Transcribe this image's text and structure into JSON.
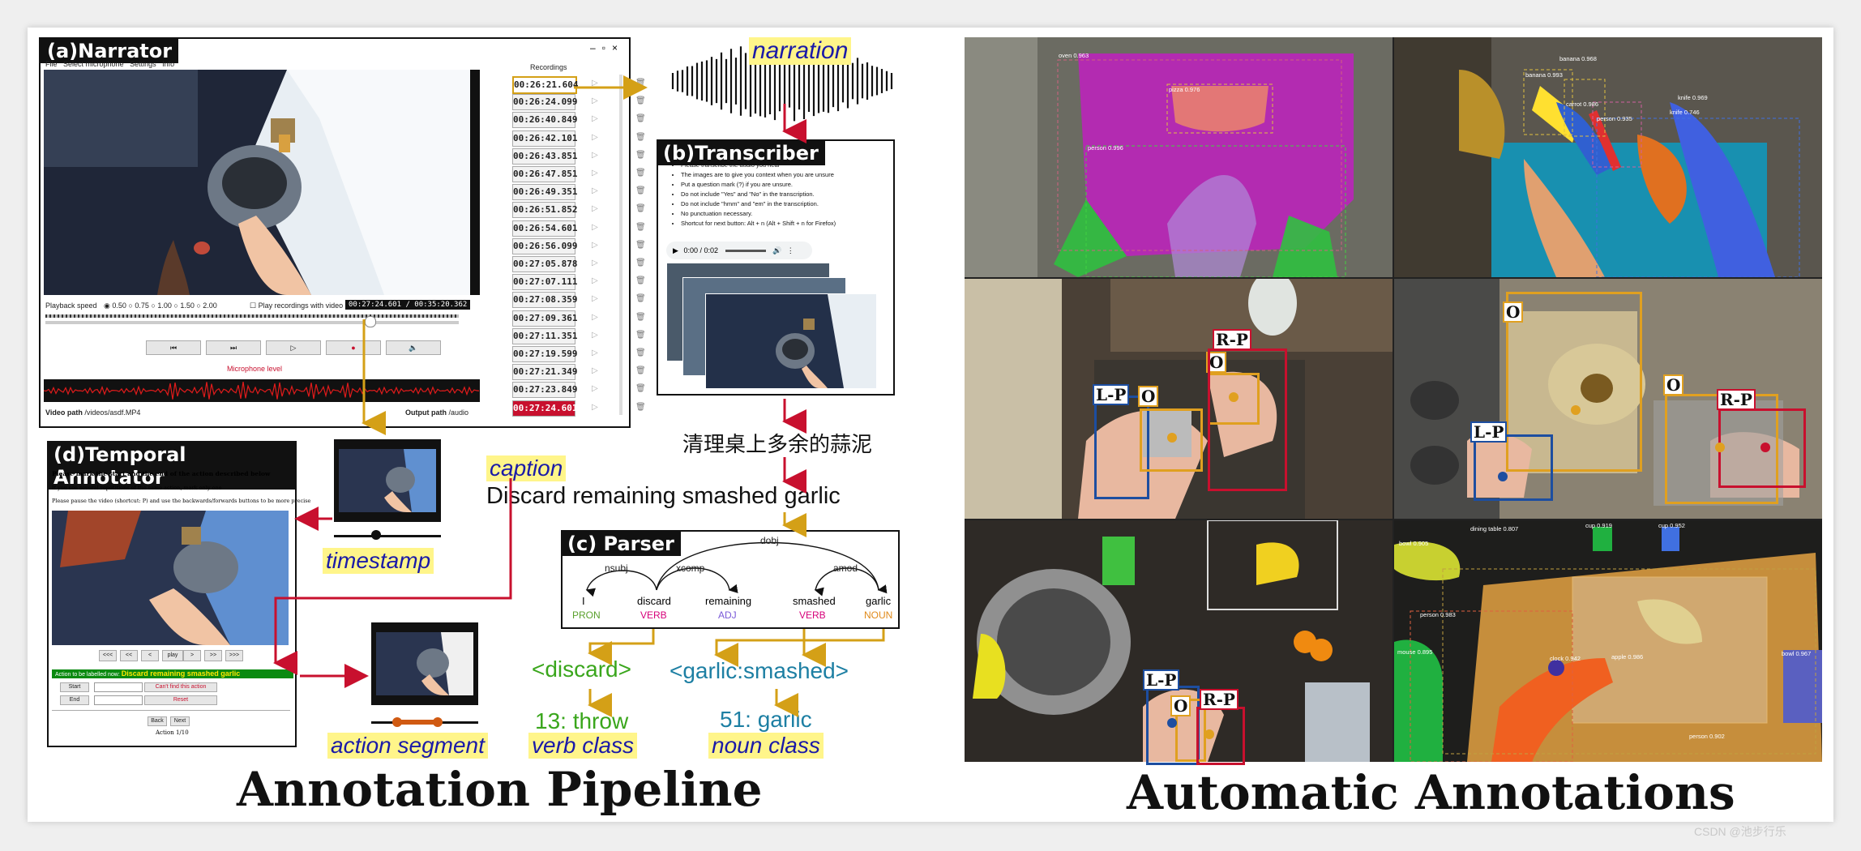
{
  "colors": {
    "gold": "#d4a017",
    "red": "#c8102e",
    "green": "#3aa61c",
    "blue": "#1d6fa3",
    "highlight": "#fff58a",
    "purple": "#1a1aa8"
  },
  "narrator": {
    "title": "(a)Narrator",
    "menu": [
      "File",
      "Select microphone",
      "Settings",
      "Info"
    ],
    "win_controls": [
      "‒",
      "▫",
      "×"
    ],
    "recordings_label": "Recordings",
    "recordings": [
      "00:26:21.604",
      "00:26:24.099",
      "00:26:40.849",
      "00:26:42.101",
      "00:26:43.851",
      "00:26:47.851",
      "00:26:49.351",
      "00:26:51.852",
      "00:26:54.601",
      "00:26:56.099",
      "00:27:05.878",
      "00:27:07.111",
      "00:27:08.359",
      "00:27:09.361",
      "00:27:11.351",
      "00:27:19.599",
      "00:27:21.349",
      "00:27:23.849",
      "00:27:24.601"
    ],
    "playback_label": "Playback speed",
    "speeds": [
      "0.50",
      "0.75",
      "1.00",
      "1.50",
      "2.00"
    ],
    "play_with_video": "Play recordings with video",
    "time_display": "00:27:24.601 / 00:35:20.362",
    "mic_level": "Microphone level",
    "video_path_label": "Video path",
    "video_path": "/videos/asdf.MP4",
    "output_path_label": "Output path",
    "output_path": "/audio"
  },
  "narration_label": "narration",
  "transcriber": {
    "title": "(b)Transcriber",
    "instructions": [
      "Please transcribe the audio you hear",
      "The images are to give you context when you are unsure",
      "Put a question mark (?) if you are unsure.",
      "Do not include \"Yes\" and \"No\" in the transcription.",
      "Do not include \"hmm\" and \"em\" in the transcription.",
      "No punctuation necessary.",
      "Shortcut for next button: Alt + n (Alt + Shift + n for Firefox)"
    ],
    "audio_time": "0:00 / 0:02"
  },
  "chinese_text": "清理桌上多余的蒜泥",
  "caption_label": "caption",
  "caption_text": "Discard remaining smashed garlic",
  "temporal": {
    "title": "(d)Temporal Annotator",
    "instruction_bold": "Please mark the start and the end of the action described below",
    "line2": "If you see several repetitions of the same action, mark only one",
    "line3": "Please pause the video (shortcut: P) and use the backwards/forwards buttons to be more precise",
    "controls": [
      "<<<",
      "<<",
      "<",
      "play",
      ">",
      ">>",
      ">>>"
    ],
    "action_prefix": "Action to be labelled now:",
    "action": "Discard remaining smashed garlic",
    "start_label": "Start",
    "end_label": "End",
    "cant_find": "Can't find this action",
    "reset": "Reset",
    "back": "Back",
    "next": "Next",
    "counter": "Action 1/10"
  },
  "timestamp_label": "timestamp",
  "action_segment_label": "action segment",
  "parser": {
    "title": "(c) Parser",
    "words": [
      "I",
      "discard",
      "remaining",
      "smashed",
      "garlic"
    ],
    "pos": [
      "PRON",
      "VERB",
      "ADJ",
      "VERB",
      "NOUN"
    ],
    "deps": [
      "nsubj",
      "xcomp",
      "amod",
      "dobj"
    ]
  },
  "verb_tag": "<discard>",
  "noun_tag": "<garlic:smashed>",
  "verb_class_value": "13: throw",
  "verb_class_label": "verb class",
  "noun_class_value": "51: garlic",
  "noun_class_label": "noun class",
  "pipeline_title": "Annotation Pipeline",
  "auto_title": "Automatic Annotations",
  "detections": {
    "tl": [
      "oven 0.963",
      "pizza 0.976",
      "person 0.996"
    ],
    "tr": [
      "banana 0.968",
      "banana 0.993",
      "carrot 0.986",
      "person 0.935",
      "knife 0.969",
      "knife 0.746"
    ],
    "bl_labels": [
      "L-P",
      "O",
      "R-P"
    ],
    "br": [
      "dining table 0.807",
      "cup 0.919",
      "cup 0.952",
      "bowl 0.905",
      "person 0.983",
      "mouse 0.895",
      "clock 0.942",
      "apple 0.986",
      "bowl 0.967",
      "person 0.902"
    ]
  },
  "watermark": "CSDN @池步行乐"
}
